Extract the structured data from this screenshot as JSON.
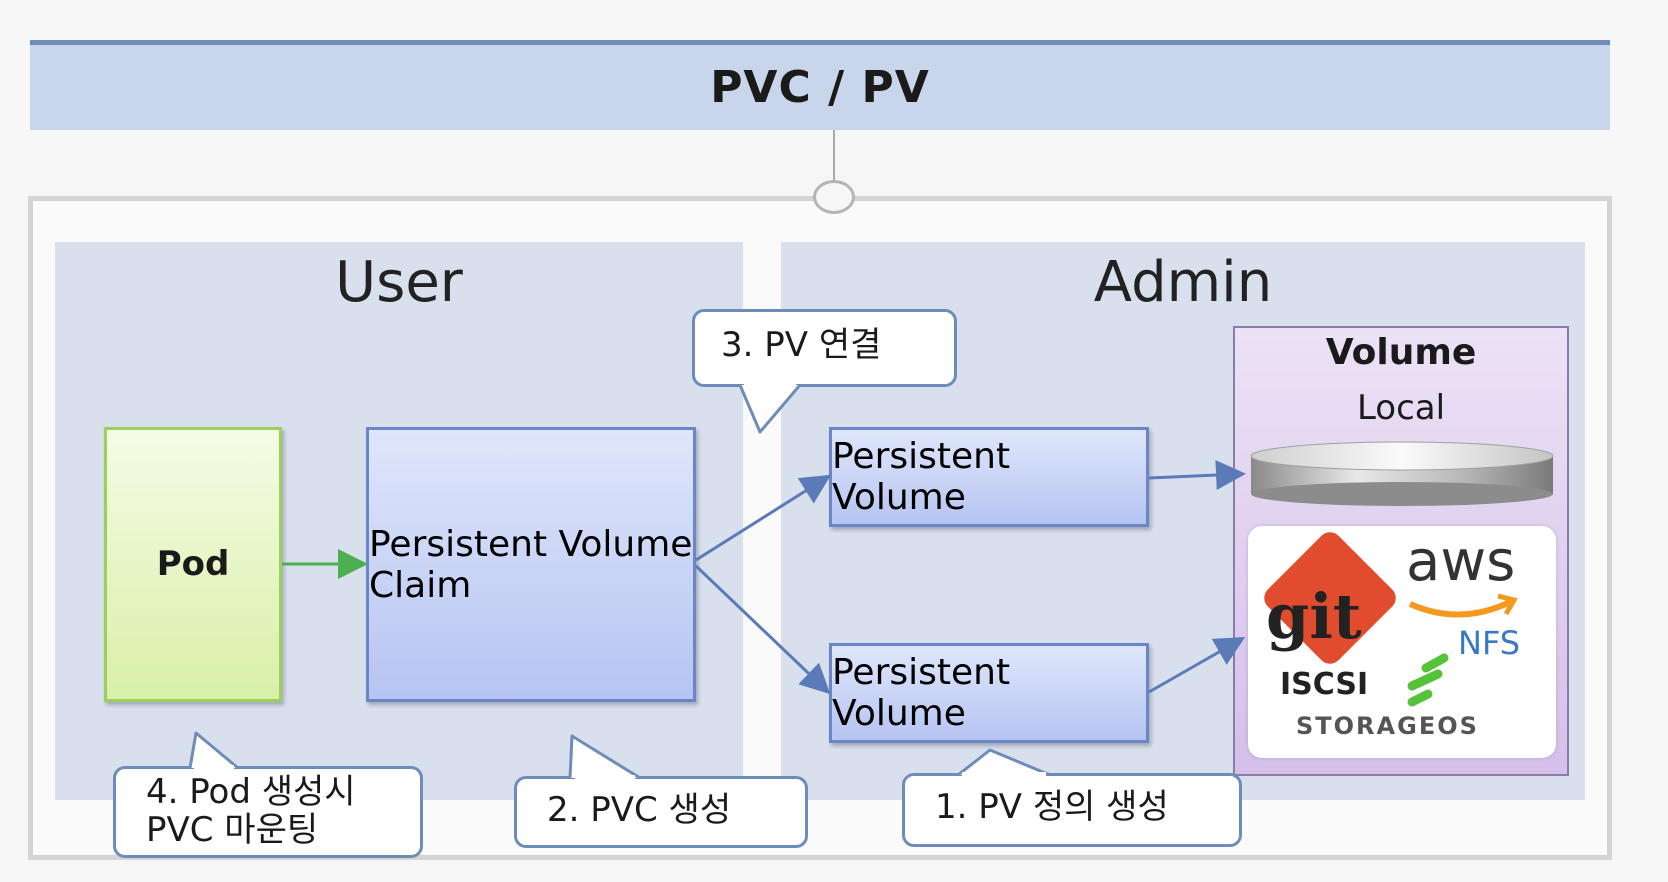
{
  "title": "PVC / PV",
  "panels": {
    "user": "User",
    "admin": "Admin"
  },
  "boxes": {
    "pod": "Pod",
    "pvc": "Persistent\nVolume\nClaim",
    "pv_top": "Persistent\nVolume",
    "pv_bottom": "Persistent\nVolume"
  },
  "volume": {
    "title": "Volume",
    "local": "Local",
    "logos": {
      "git": "git",
      "aws": "aws",
      "nfs": "NFS",
      "iscsi": "ISCSI",
      "storageos": "STORAGEOS"
    }
  },
  "callouts": {
    "step1": "1. PV 정의 생성",
    "step2": "2. PVC 생성",
    "step3": "3. PV 연결",
    "step4": "4. Pod 생성시\nPVC 마운팅"
  },
  "colors": {
    "title_bg": "#c9d5ea",
    "panel_bg": "#d8e0ee",
    "pod_border": "#9bd05a",
    "box_border": "#6a86c9",
    "volume_bg": "#e0d0f0",
    "green_arrow": "#4caf50",
    "blue_arrow": "#5a7ab8",
    "git_red": "#e24c2e",
    "aws_orange": "#f39a1e",
    "nfs_blue": "#3b78c4",
    "storageos_green": "#56c23a"
  }
}
